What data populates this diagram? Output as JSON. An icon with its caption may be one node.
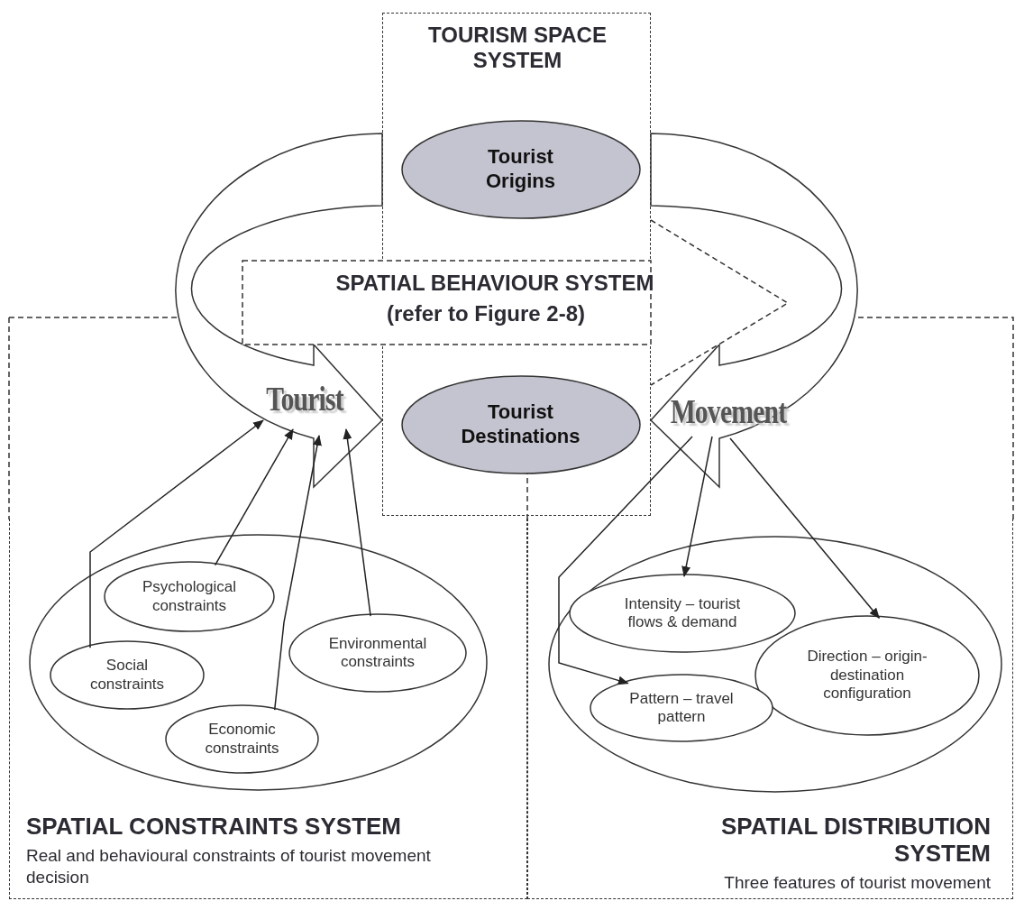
{
  "diagram": {
    "nodes": [
      {
        "text": [
          "TOURISM SPACE SYSTEM"
        ]
      },
      {
        "text": [
          "Tourist Origins"
        ],
        "in": 0
      },
      {
        "text": [
          "SPATIAL BEHAVIOUR SYSTEM",
          "(refer to Figure 2-8)"
        ]
      },
      {
        "text": [
          "Tourist Destinations"
        ],
        "in": 0
      },
      {
        "text": [
          "SPATIAL CONSTRAINTS SYSTEM",
          "Real and behavioural constraints of tourist movement decision"
        ]
      },
      {
        "text": [
          "Tourist"
        ]
      },
      {
        "text": [],
        "shape": "ellipse",
        "in": 4
      },
      {
        "text": [
          "Psychological constraints"
        ],
        "in": 6
      },
      {
        "text": [
          "Social constraints"
        ],
        "in": 6
      },
      {
        "text": [
          "Environmental constraints"
        ],
        "in": 6
      },
      {
        "text": [
          "Economic constraints"
        ],
        "in": 6
      },
      {
        "text": [
          "SPATIAL DISTRIBUTION SYSTEM",
          "Three features of tourist movement"
        ]
      },
      {
        "text": [
          "Movement"
        ]
      },
      {
        "text": [],
        "shape": "ellipse",
        "in": 11
      },
      {
        "text": [
          "Intensity – tourist flows & demand"
        ],
        "in": 13
      },
      {
        "text": [
          "Direction – origin-destination configuration"
        ],
        "in": 13
      },
      {
        "text": [
          "Pattern – travel pattern"
        ],
        "in": 13
      }
    ],
    "edges": [
      {
        "from": 8,
        "to": 5,
        "arrow": "to"
      },
      {
        "from": 7,
        "to": 5,
        "arrow": "to"
      },
      {
        "from": 10,
        "to": 5,
        "arrow": "to"
      },
      {
        "from": 9,
        "to": 5,
        "arrow": "to"
      },
      {
        "from": 12,
        "to": 14,
        "arrow": "to"
      },
      {
        "from": 12,
        "to": 16,
        "arrow": "to"
      },
      {
        "from": 12,
        "to": 15,
        "arrow": "to"
      }
    ]
  }
}
